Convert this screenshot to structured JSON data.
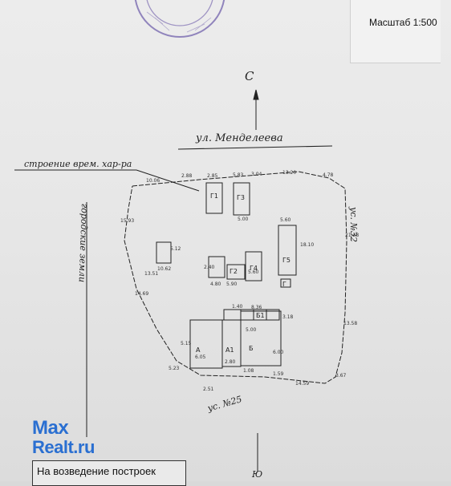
{
  "scale": "Масштаб 1:500",
  "compass": {
    "north": "С",
    "south": "Ю"
  },
  "street": "ул. Менделеева",
  "temporary_building": "строение врем. хар-ра",
  "city_lands": "городские земли",
  "plot_32": "ус. №32",
  "plot_25": "ус. №25",
  "watermark": {
    "line1": "Max",
    "line2": "Realt.ru"
  },
  "caption": "На возведение построек",
  "dimensions": [
    "10.06",
    "2.88",
    "2.85",
    "5.83",
    "3.04",
    "13.20",
    "4.78",
    "5.00",
    "5.60",
    "18.10",
    "15.93",
    "21.28",
    "5.12",
    "10.62",
    "13.51",
    "2.40",
    "5.90",
    "4.80",
    "5.60",
    "1.40",
    "14.69",
    "8.36",
    "5.00",
    "3.18",
    "13.58",
    "5.15",
    "6.05",
    "6.00",
    "2.80",
    "1.08",
    "1.59",
    "14.59",
    "3.67",
    "2.51",
    "5.23"
  ],
  "building_labels": [
    "Г1",
    "Г3",
    "Г5",
    "Г2",
    "Г4",
    "А",
    "А1",
    "Б",
    "Б1",
    "Г"
  ],
  "colors": {
    "ink": "#222222",
    "watermark": "#2a6fd1",
    "paper": "#e8e8e8",
    "seal": "#6a58a8"
  }
}
